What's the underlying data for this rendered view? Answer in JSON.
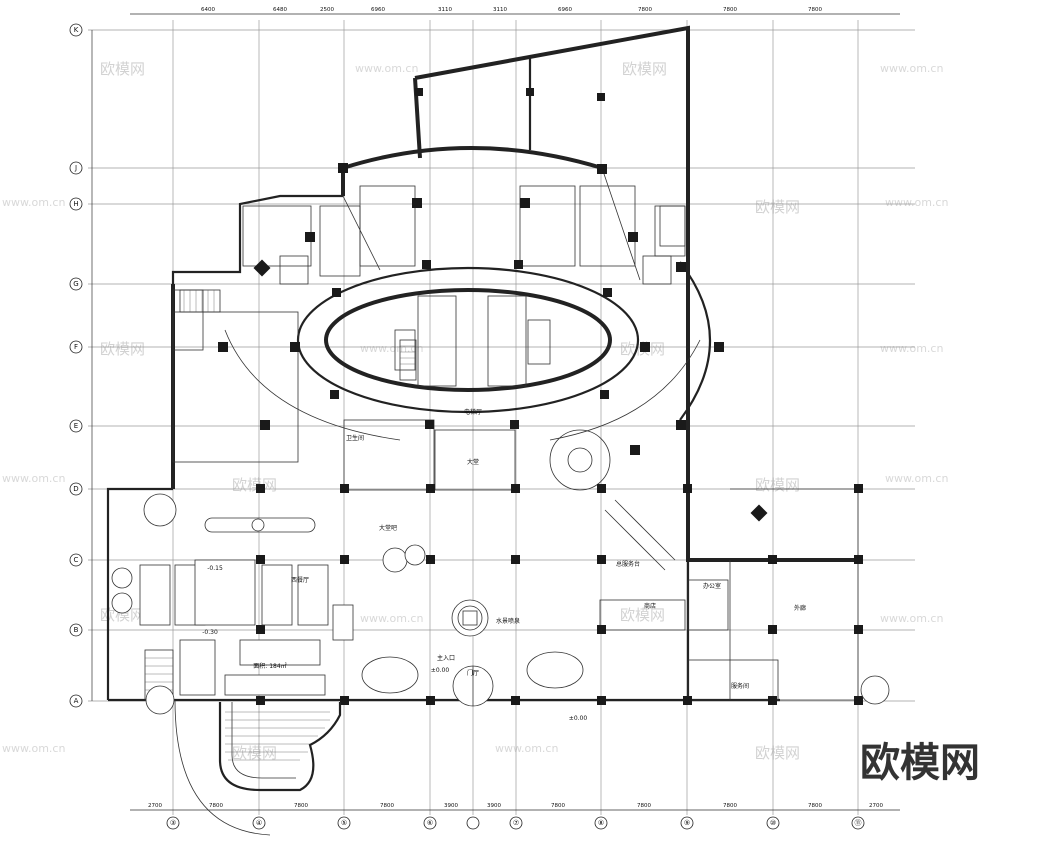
{
  "brand_logo": "欧模网",
  "watermarks": [
    "欧模网",
    "www.om.cn"
  ],
  "axes": {
    "columns": [
      "③",
      "④",
      "⑤",
      "⑥",
      "⑦",
      "⑧",
      "⑨",
      "⑩",
      "⑪"
    ],
    "rows": [
      "A",
      "B",
      "C",
      "D",
      "E",
      "F",
      "G",
      "H",
      "J",
      "K"
    ]
  },
  "dimensions": {
    "bottom": [
      "2700",
      "7800",
      "7800",
      "7800",
      "3900",
      "3900",
      "7800",
      "7800",
      "7800",
      "7800",
      "2700"
    ],
    "top": [
      "6400",
      "6480",
      "2500",
      "6960",
      "3110",
      "3110",
      "6960",
      "7800",
      "7800",
      "7800"
    ]
  },
  "rooms": {
    "lobby": "大堂",
    "main_entrance": "门厅",
    "entrance_label": "主入口",
    "lobby_elevator_hall": "电梯厅",
    "dining_room": "西餐厅",
    "outdoor": "外廊",
    "reception": "总服务台",
    "fountain": "水景喷泉",
    "bar": "大堂吧",
    "office": "办公室",
    "toilet": "卫生间",
    "shop": "商店",
    "service": "服务间",
    "area_note": "面积: 184㎡"
  },
  "elevations": [
    "±0.00",
    "-0.15",
    "-0.30",
    "±0.00"
  ]
}
